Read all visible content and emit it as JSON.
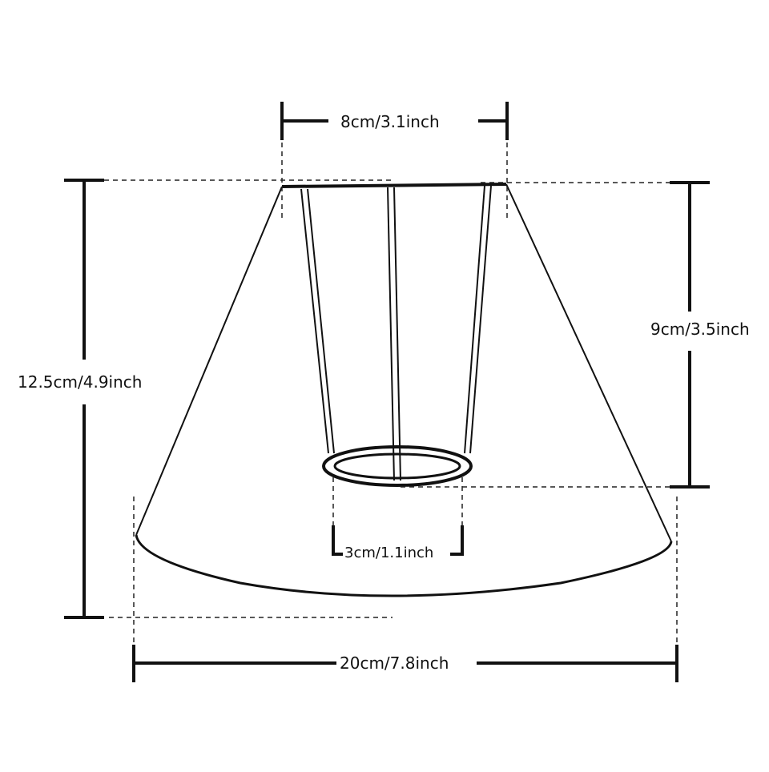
{
  "diagram": {
    "subject": "cone lampshade frame",
    "colors": {
      "line": "#111111",
      "background": "#ffffff",
      "dash": "#222222"
    },
    "dimensions": {
      "top_diameter": {
        "label": "8cm/3.1inch",
        "cm": 8,
        "inch": 3.1
      },
      "total_height": {
        "label": "12.5cm/4.9inch",
        "cm": 12.5,
        "inch": 4.9
      },
      "frame_height": {
        "label": "9cm/3.5inch",
        "cm": 9,
        "inch": 3.5
      },
      "fitter_ring_diameter": {
        "label": "3cm/1.1inch",
        "cm": 3,
        "inch": 1.1
      },
      "bottom_diameter": {
        "label": "20cm/7.8inch",
        "cm": 20,
        "inch": 7.8
      }
    }
  }
}
